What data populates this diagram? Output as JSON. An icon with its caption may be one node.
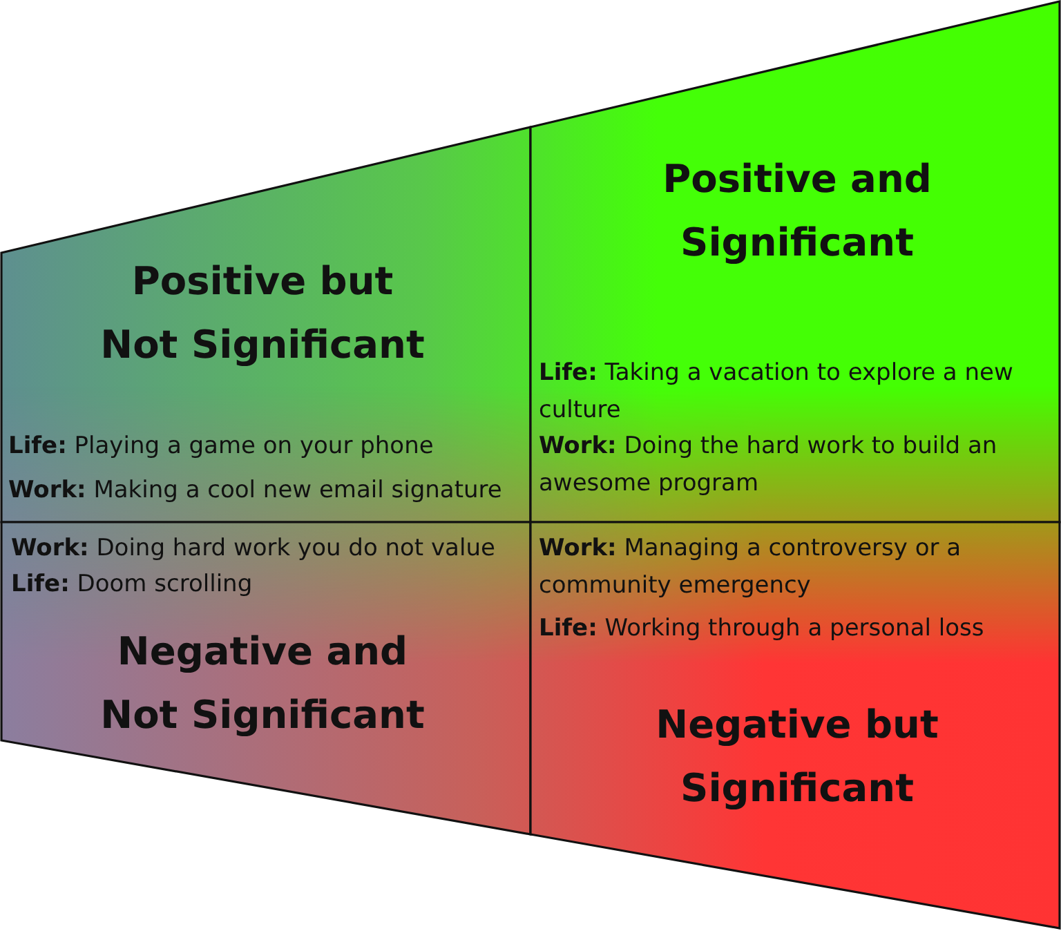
{
  "diagram": {
    "nodes": [
      {
        "text": [
          "Positive but Not Significant",
          "**Life:** Playing a game on your phone",
          "**Work:** Making a cool new email signature"
        ]
      },
      {
        "text": [
          "Positive and Significant",
          "**Life:** Taking a vacation to explore a new culture",
          "**Work:** Doing the hard work to build an awesome program"
        ]
      },
      {
        "text": [
          "**Work:** Doing hard work you do not value",
          "**Life:** Doom scrolling",
          "Negative and Not Significant"
        ]
      },
      {
        "text": [
          "**Work:** Managing a controversy or a community emergency",
          "**Life:** Working through a personal loss",
          "Negative but Significant"
        ]
      }
    ]
  }
}
